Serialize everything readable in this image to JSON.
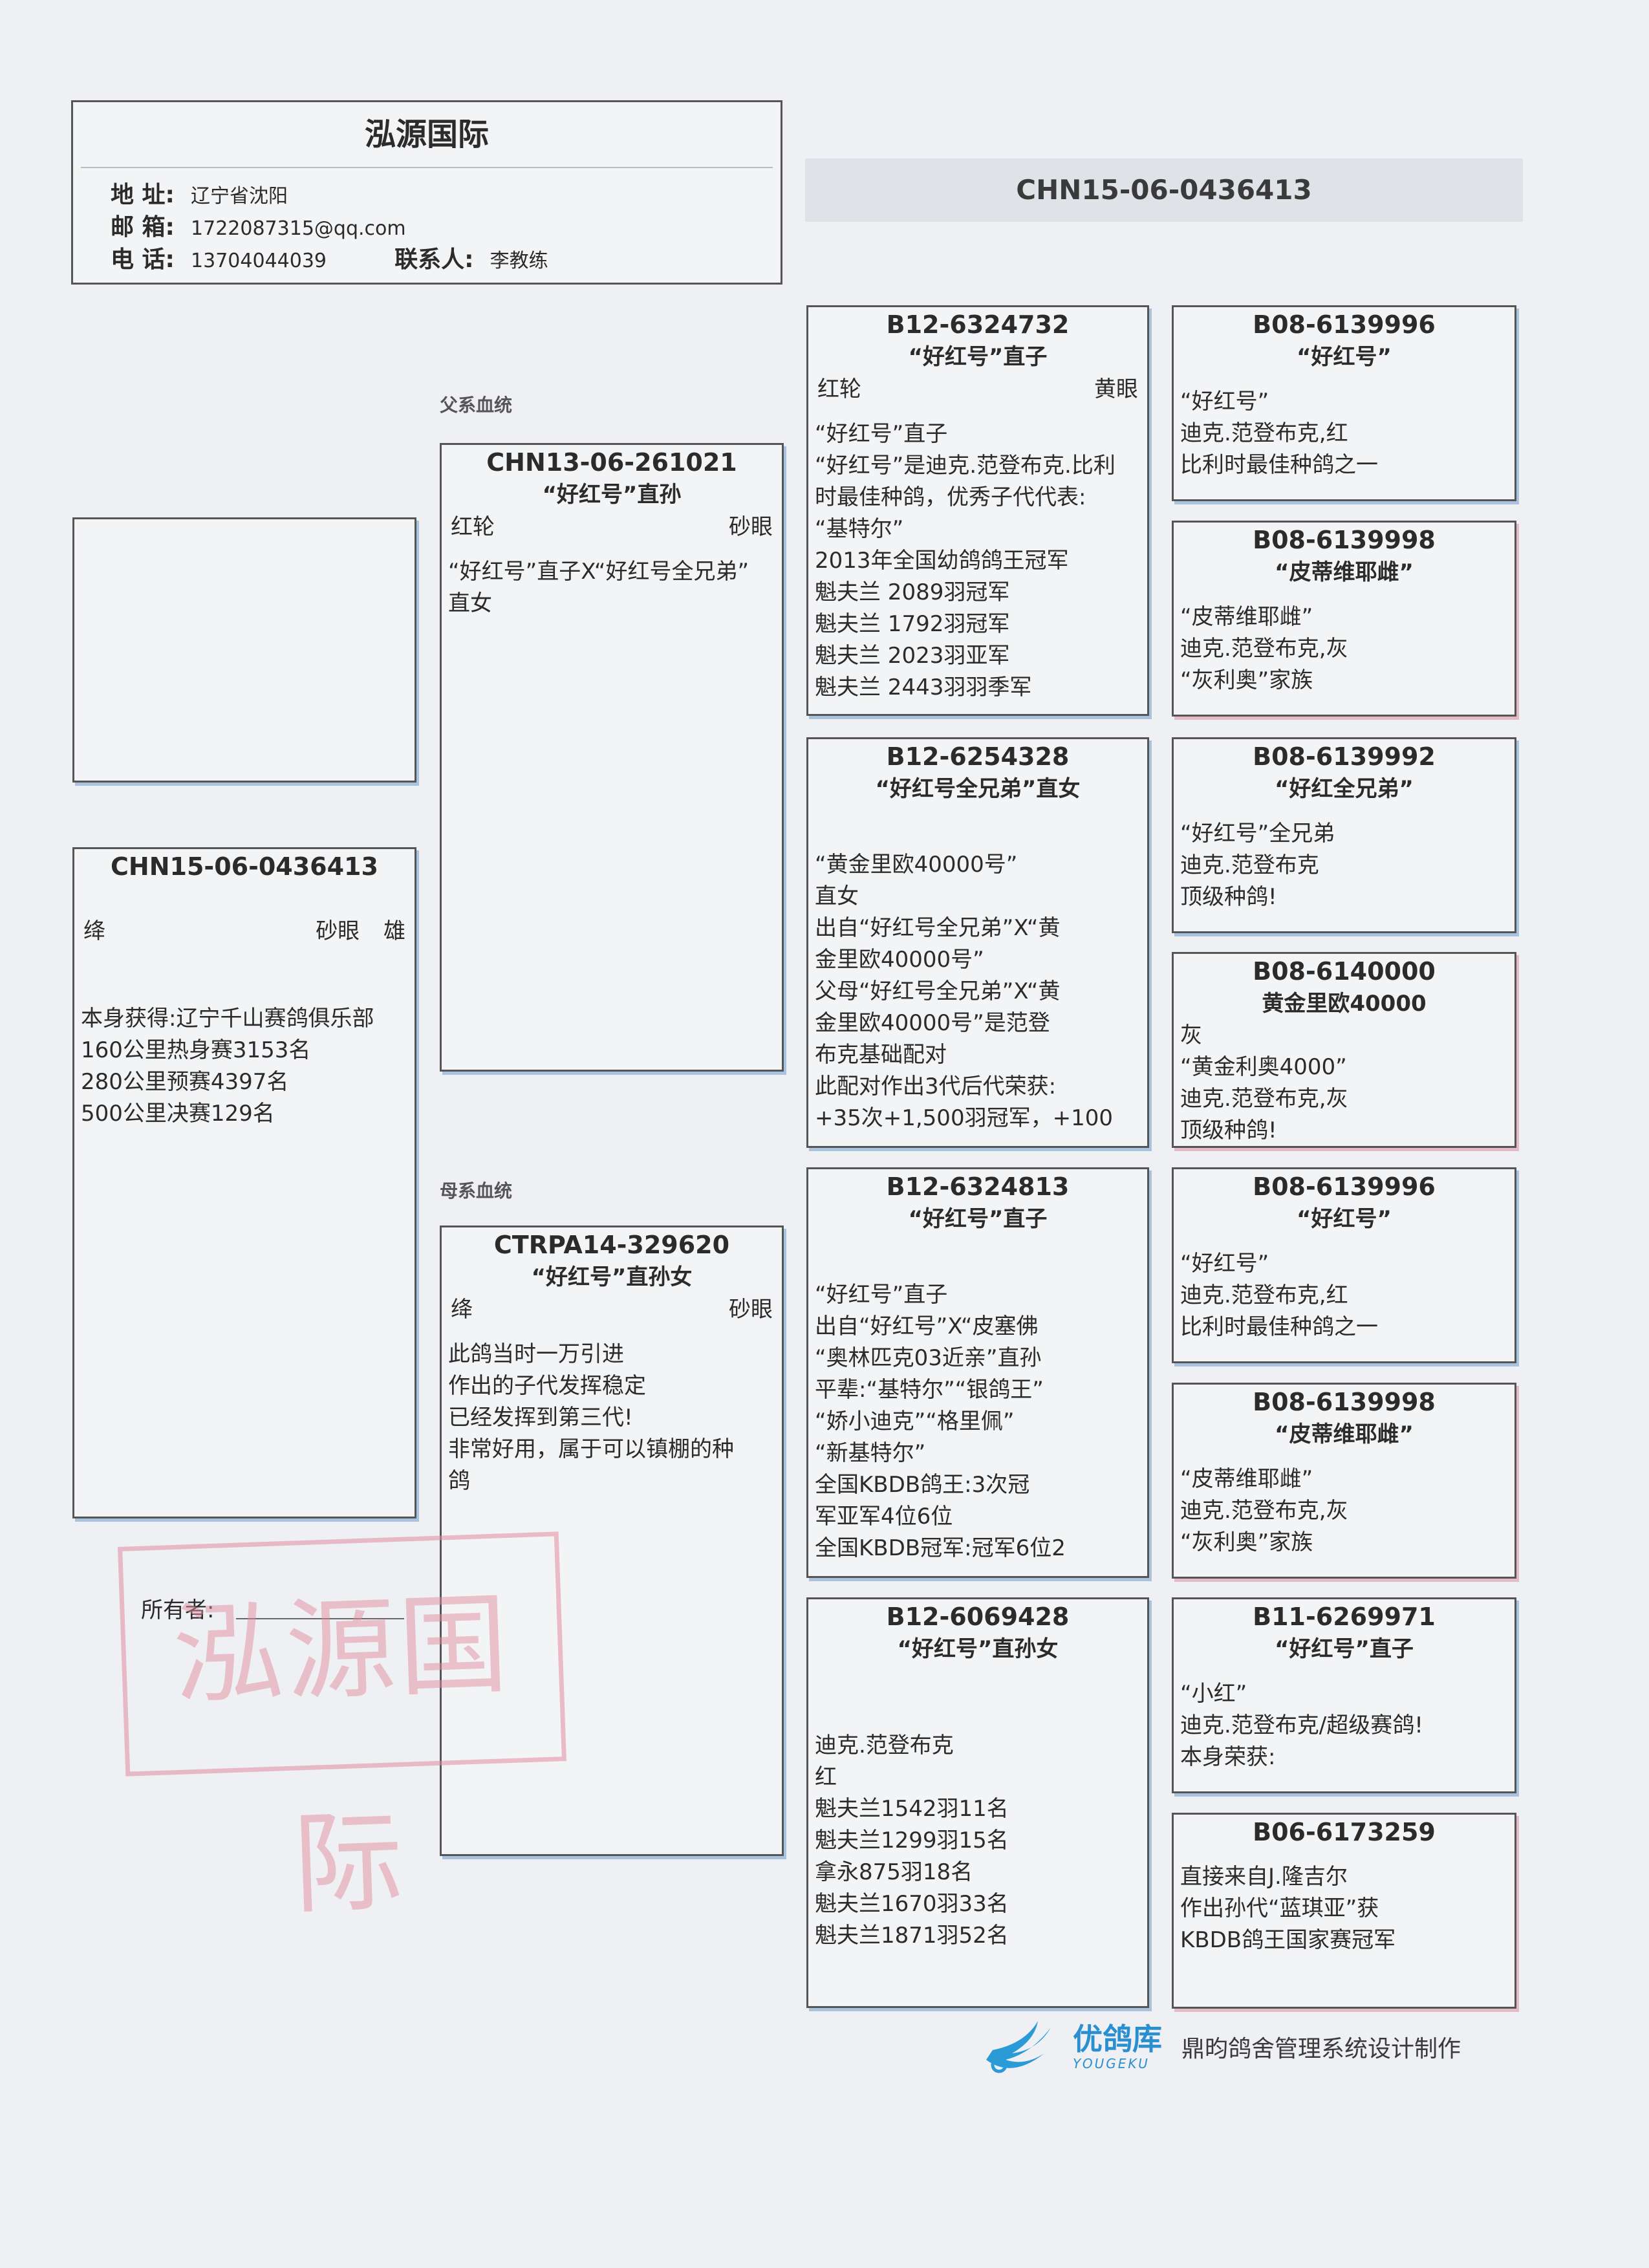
{
  "owner": {
    "title": "泓源国际",
    "address_label": "地 址:",
    "address": "辽宁省沈阳",
    "email_label": "邮 箱:",
    "email": "1722087315@qq.com",
    "phone_label": "电 话:",
    "phone": "13704044039",
    "contact_label": "联系人:",
    "contact": "李教练"
  },
  "header_ring": "CHN15-06-0436413",
  "labels": {
    "paternal": "父系血统",
    "maternal": "母系血统",
    "owner_sig": "所有者:"
  },
  "stamp": "泓源国际",
  "subject": {
    "ring": "CHN15-06-0436413",
    "color": "绛",
    "eye": "砂眼",
    "sex": "雄",
    "notes": "本身获得:辽宁千山赛鸽俱乐部\n160公里热身赛3153名\n280公里预赛4397名\n500公里决赛129名"
  },
  "sire": {
    "ring": "CHN13-06-261021",
    "name": "“好红号”直孙",
    "color": "红轮",
    "eye": "砂眼",
    "notes": "“好红号”直子X“好红号全兄弟”\n直女"
  },
  "dam": {
    "ring": "CTRPA14-329620",
    "name": "“好红号”直孙女",
    "color": "绛",
    "eye": "砂眼",
    "notes": "此鸽当时一万引进\n作出的子代发挥稳定\n已经发挥到第三代!\n非常好用，属于可以镇棚的种\n鸽"
  },
  "gen2": [
    {
      "ring": "B12-6324732",
      "name": "“好红号”直子",
      "color": "红轮",
      "eye": "黄眼",
      "notes": "“好红号”直子\n“好红号”是迪克.范登布克.比利\n时最佳种鸽，优秀子代代表:\n“基特尔”\n2013年全国幼鸽鸽王冠军\n魁夫兰 2089羽冠军\n魁夫兰 1792羽冠军\n魁夫兰 2023羽亚军\n魁夫兰 2443羽羽季军"
    },
    {
      "ring": "B12-6254328",
      "name": "“好红号全兄弟”直女",
      "color": "",
      "eye": "",
      "notes": "“黄金里欧40000号”\n直女\n出自“好红号全兄弟”X“黄\n金里欧40000号”\n父母“好红号全兄弟”X“黄\n金里欧40000号”是范登\n布克基础配对\n此配对作出3代后代荣获:\n+35次+1,500羽冠军，+100"
    },
    {
      "ring": "B12-6324813",
      "name": "“好红号”直子",
      "color": "",
      "eye": "",
      "notes": "“好红号”直子\n出自“好红号”X“皮塞佛\n“奥林匹克03近亲”直孙\n平辈:“基特尔”“银鸽王”\n“娇小迪克”“格里佩”\n“新基特尔”\n全国KBDB鸽王:3次冠\n军亚军4位6位\n全国KBDB冠军:冠军6位2"
    },
    {
      "ring": "B12-6069428",
      "name": "“好红号”直孙女",
      "color": "",
      "eye": "",
      "notes": "迪克.范登布克\n红\n魁夫兰1542羽11名\n魁夫兰1299羽15名\n拿永875羽18名\n魁夫兰1670羽33名\n魁夫兰1871羽52名"
    }
  ],
  "gen3": [
    {
      "ring": "B08-6139996",
      "name": "“好红号”",
      "color": "",
      "notes": "“好红号”\n迪克.范登布克,红\n比利时最佳种鸽之一"
    },
    {
      "ring": "B08-6139998",
      "name": "“皮蒂维耶雌”",
      "color": "",
      "notes": "“皮蒂维耶雌”\n迪克.范登布克,灰\n“灰利奥”家族"
    },
    {
      "ring": "B08-6139992",
      "name": "“好红全兄弟”",
      "color": "",
      "notes": "“好红号”全兄弟\n迪克.范登布克\n顶级种鸽!"
    },
    {
      "ring": "B08-6140000",
      "name": "黄金里欧40000",
      "color": "灰",
      "notes": "“黄金利奥4000”\n迪克.范登布克,灰\n顶级种鸽!"
    },
    {
      "ring": "B08-6139996",
      "name": "“好红号”",
      "color": "",
      "notes": "“好红号”\n迪克.范登布克,红\n比利时最佳种鸽之一"
    },
    {
      "ring": "B08-6139998",
      "name": "“皮蒂维耶雌”",
      "color": "",
      "notes": "“皮蒂维耶雌”\n迪克.范登布克,灰\n“灰利奥”家族"
    },
    {
      "ring": "B11-6269971",
      "name": "“好红号”直子",
      "color": "",
      "notes": "“小红”\n迪克.范登布克/超级赛鸽!\n本身荣获:"
    },
    {
      "ring": "B06-6173259",
      "name": "",
      "color": "",
      "notes": "直接来自J.隆吉尔\n作出孙代“蓝琪亚”获\nKBDB鸽王国家赛冠军"
    }
  ],
  "footer": {
    "logo_cn": "优鸽库",
    "logo_en": "YOUGEKU",
    "credit": "鼎昀鸽舍管理系统设计制作"
  }
}
